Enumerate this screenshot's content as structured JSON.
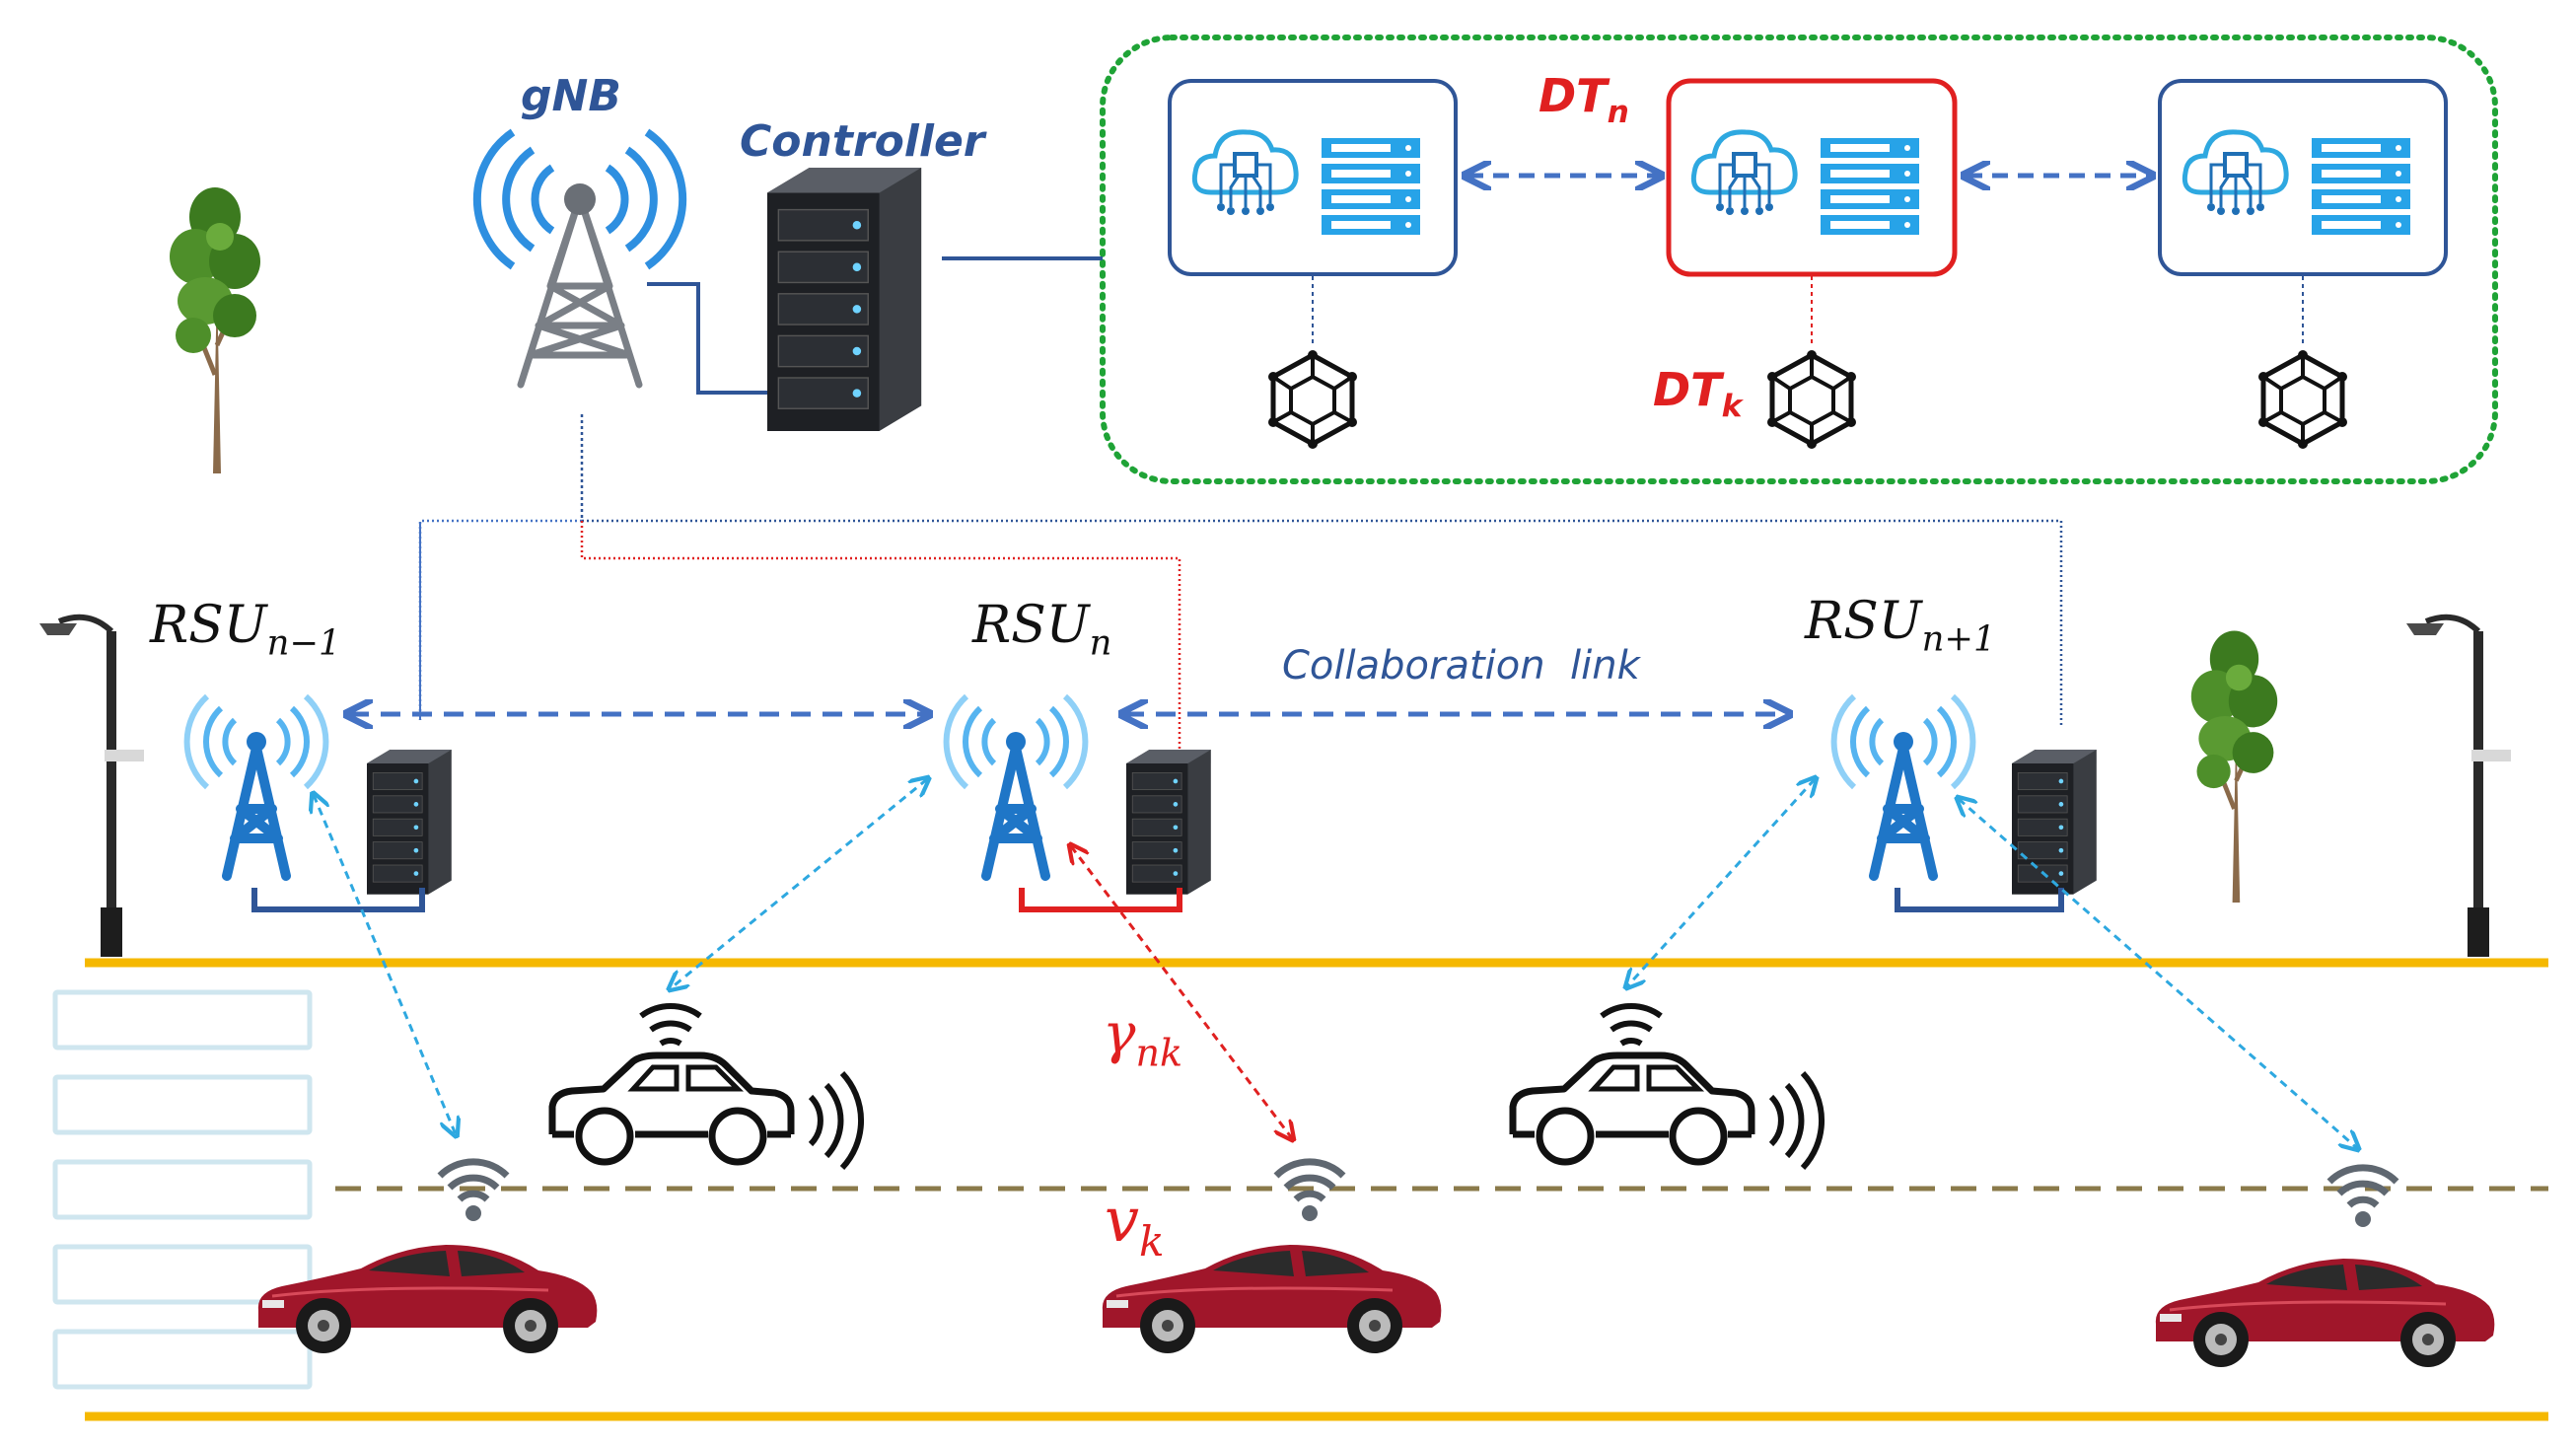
{
  "labels": {
    "gnb": "gNB",
    "controller": "Controller",
    "dt_n": "DT",
    "dt_n_sub": "n",
    "dt_k": "DT",
    "dt_k_sub": "k",
    "rsu_prev": "RSU",
    "rsu_prev_sub": "n−1",
    "rsu_cur": "RSU",
    "rsu_cur_sub": "n",
    "rsu_next": "RSU",
    "rsu_next_sub": "n+1",
    "collab_link": "Collaboration  link",
    "gamma": "γ",
    "gamma_sub": "nk",
    "v": "v",
    "v_sub": "k"
  },
  "colors": {
    "blue_dark": "#2f5597",
    "blue_link": "#4472c4",
    "cyan_link": "#2ea8e0",
    "red": "#e02020",
    "green_dotted": "#1fa336",
    "road_yellow": "#f5b800",
    "lane_dash": "#8a7a4a",
    "car_red": "#a0162a",
    "tower_blue": "#1f76c7",
    "wave_blue": "#56b4f0"
  },
  "icons": [
    "tree-icon",
    "street-lamp-icon",
    "antenna-tower-icon",
    "server-icon",
    "cloud-chip-icon",
    "cube-icon",
    "wifi-icon",
    "connected-car-icon",
    "sports-car-icon",
    "crosswalk-icon"
  ]
}
